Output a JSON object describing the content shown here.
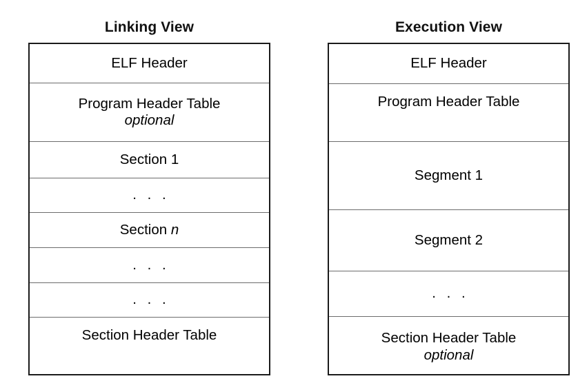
{
  "figure": {
    "subject": "ELF object file format — linking view vs execution view"
  },
  "columns": [
    {
      "id": "linking",
      "title": "Linking View",
      "rows": [
        {
          "name": "elf-header",
          "label": "ELF Header",
          "sub": "",
          "height": 57,
          "align": "center",
          "kind": "text"
        },
        {
          "name": "program-header-table",
          "label": "Program Header Table",
          "sub": "optional",
          "height": 85,
          "align": "center",
          "kind": "text"
        },
        {
          "name": "section-1",
          "label": "Section 1",
          "sub": "",
          "height": 53,
          "align": "center",
          "kind": "text"
        },
        {
          "name": "ellipsis-1",
          "label": ". . .",
          "sub": "",
          "height": 50,
          "align": "center",
          "kind": "ellipsis"
        },
        {
          "name": "section-n",
          "label": "Section n",
          "sub": "",
          "height": 51,
          "align": "center",
          "kind": "text",
          "italic_tail": "n"
        },
        {
          "name": "ellipsis-2",
          "label": ". . .",
          "sub": "",
          "height": 51,
          "align": "center",
          "kind": "ellipsis"
        },
        {
          "name": "ellipsis-3",
          "label": ". . .",
          "sub": "",
          "height": 50,
          "align": "center",
          "kind": "ellipsis"
        },
        {
          "name": "section-header-table",
          "label": "Section Header Table",
          "sub": "",
          "height": 86,
          "align": "top",
          "kind": "text"
        }
      ]
    },
    {
      "id": "execution",
      "title": "Execution View",
      "rows": [
        {
          "name": "elf-header",
          "label": "ELF Header",
          "sub": "",
          "height": 58,
          "align": "center",
          "kind": "text"
        },
        {
          "name": "program-header-table",
          "label": "Program Header Table",
          "sub": "",
          "height": 84,
          "align": "top",
          "kind": "text"
        },
        {
          "name": "segment-1",
          "label": "Segment 1",
          "sub": "",
          "height": 99,
          "align": "center",
          "kind": "text"
        },
        {
          "name": "segment-2",
          "label": "Segment 2",
          "sub": "",
          "height": 89,
          "align": "center",
          "kind": "text"
        },
        {
          "name": "ellipsis-1",
          "label": ". . .",
          "sub": "",
          "height": 66,
          "align": "center",
          "kind": "ellipsis"
        },
        {
          "name": "section-header-table",
          "label": "Section Header Table",
          "sub": "optional",
          "height": 87,
          "align": "center",
          "kind": "text"
        }
      ]
    }
  ],
  "colors": {
    "background": "#ffffff",
    "frame_border": "#1a1a1a",
    "row_divider": "#6b6b6b",
    "text": "#000000"
  }
}
